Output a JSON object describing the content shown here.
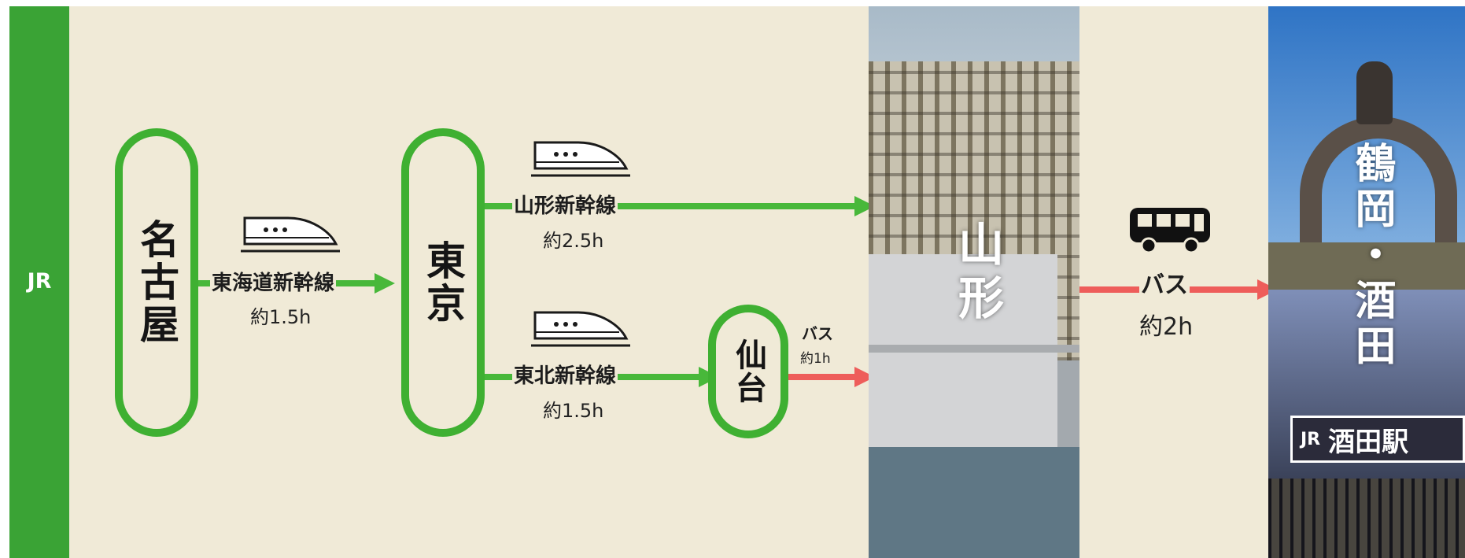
{
  "brand": {
    "label": "JR",
    "green": "#3aa335",
    "red": "#ee5d5a"
  },
  "stations": {
    "nagoya": "名古屋",
    "tokyo": "東京",
    "sendai": "仙台",
    "yamagata": "山形",
    "tsuruoka_sakata": "鶴岡・酒田"
  },
  "routes": {
    "tokaido": {
      "name": "東海道新幹線",
      "time": "約1.5h",
      "icon": "shinkansen-icon"
    },
    "yamagata": {
      "name": "山形新幹線",
      "time": "約2.5h",
      "icon": "shinkansen-icon"
    },
    "tohoku": {
      "name": "東北新幹線",
      "time": "約1.5h",
      "icon": "shinkansen-icon"
    },
    "sendai_bus": {
      "name": "バス",
      "time": "約1h"
    },
    "yamagata_bus": {
      "name": "バス",
      "time": "約2h",
      "icon": "bus-icon"
    }
  },
  "photos": {
    "sakata_sign_brand": "JR",
    "sakata_sign_text": "酒田駅"
  }
}
